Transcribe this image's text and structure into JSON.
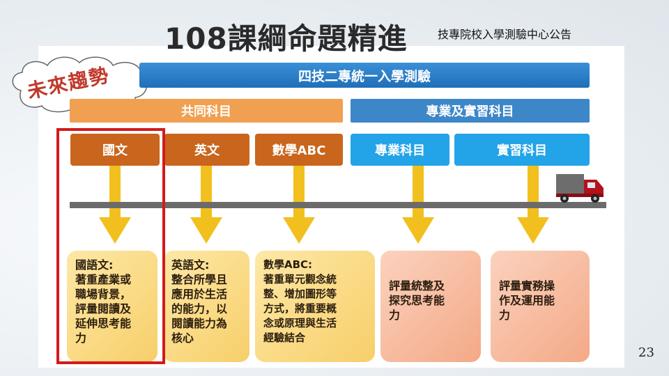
{
  "slide": {
    "title": "108課綱命題精進",
    "subtitle": "技專院校入學測驗中心公告",
    "callout": "未來趨勢",
    "page_number": "23"
  },
  "exam_bar": "四技二專統一入學測驗",
  "category_bars": {
    "common": "共同科目",
    "professional": "專業及實習科目"
  },
  "subjects": [
    {
      "label": "國文",
      "color": "#c9651c"
    },
    {
      "label": "英文",
      "color": "#c9651c"
    },
    {
      "label": "數學ABC",
      "color": "#c9651c"
    },
    {
      "label": "專業科目",
      "color": "#23a3e8"
    },
    {
      "label": "實習科目",
      "color": "#23a3e8"
    }
  ],
  "cards": [
    {
      "lines": [
        "國語文:",
        "著重產業或",
        "職場背景，",
        "評量閱讀及",
        "延伸思考能",
        "力"
      ]
    },
    {
      "lines": [
        "英語文:",
        "整合所學且",
        "應用於生活",
        "的能力，以",
        "閱讀能力為",
        "核心"
      ]
    },
    {
      "lines": [
        "數學ABC:",
        "著重單元觀念統",
        "整、增加圖形等",
        "方式，將重要概",
        "念或原理與生活",
        "經驗結合"
      ]
    },
    {
      "lines": [
        "評量統整及",
        "探究思考能",
        "力"
      ]
    },
    {
      "lines": [
        "評量實務操",
        "作及運用能",
        "力"
      ]
    }
  ],
  "colors": {
    "accent_blue": "#1f6fb8",
    "common_orange": "#f0a050",
    "subject_orange": "#c9651c",
    "subject_blue": "#23a3e8",
    "highlight_red": "#d31a1a",
    "arrow_yellow": "#f2c01e"
  }
}
